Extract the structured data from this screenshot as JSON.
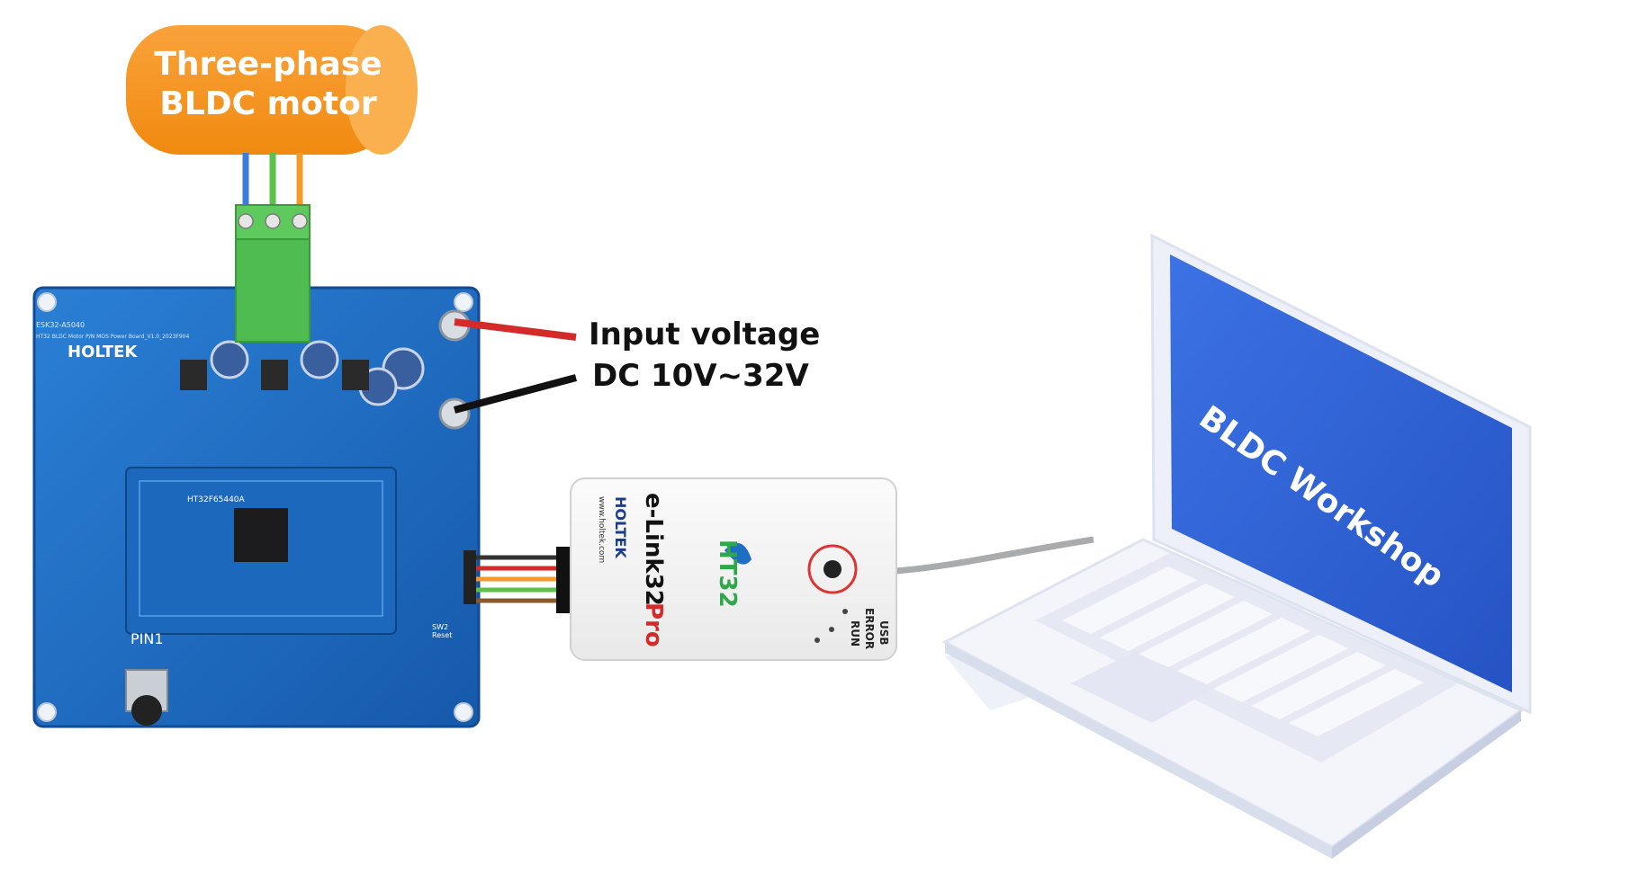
{
  "diagram": {
    "motor": {
      "line1": "Three-phase",
      "line2": "BLDC motor"
    },
    "voltage": {
      "line1": "Input voltage",
      "line2": "DC 10V~32V"
    },
    "laptop": {
      "screen_text": "BLDC Workshop"
    },
    "board": {
      "brand": "HOLTEK",
      "model": "ESK32-A5040",
      "subtitle": "HT32 BLDC Motor P/N MOS Power Board_V1.0_2023F904",
      "mcu": "HT32F65440A",
      "pin_label": "PIN1",
      "sw2": "SW2",
      "reset": "Reset"
    },
    "debugger": {
      "brand": "HOLTEK",
      "product": "e-Link32",
      "edition": "Pro",
      "url": "www.holtek.com",
      "logo": "HT32",
      "indicators": [
        "USB",
        "ERROR",
        "RUN"
      ]
    },
    "colors": {
      "motor": "#f7941d",
      "board": "#1e6fc4",
      "terminal": "#52c25a",
      "wire_red": "#d42a2a",
      "wire_black": "#111111",
      "laptop_screen": "#2f63d6"
    }
  }
}
